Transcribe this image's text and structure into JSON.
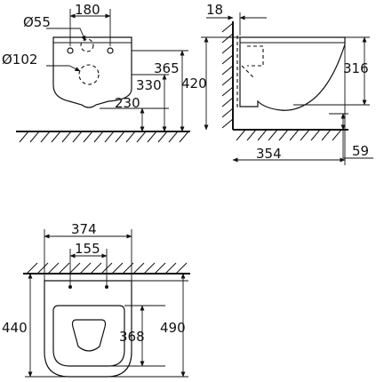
{
  "dimensions": {
    "front": {
      "d55": "Ø55",
      "w180": "180",
      "d102": "Ø102",
      "h365": "365",
      "h330": "330",
      "h230": "230"
    },
    "side": {
      "w18": "18",
      "h420": "420",
      "h316": "316",
      "w354": "354",
      "h59": "59"
    },
    "top": {
      "w374": "374",
      "w155": "155",
      "h440": "440",
      "h368": "368",
      "h490": "490"
    }
  }
}
